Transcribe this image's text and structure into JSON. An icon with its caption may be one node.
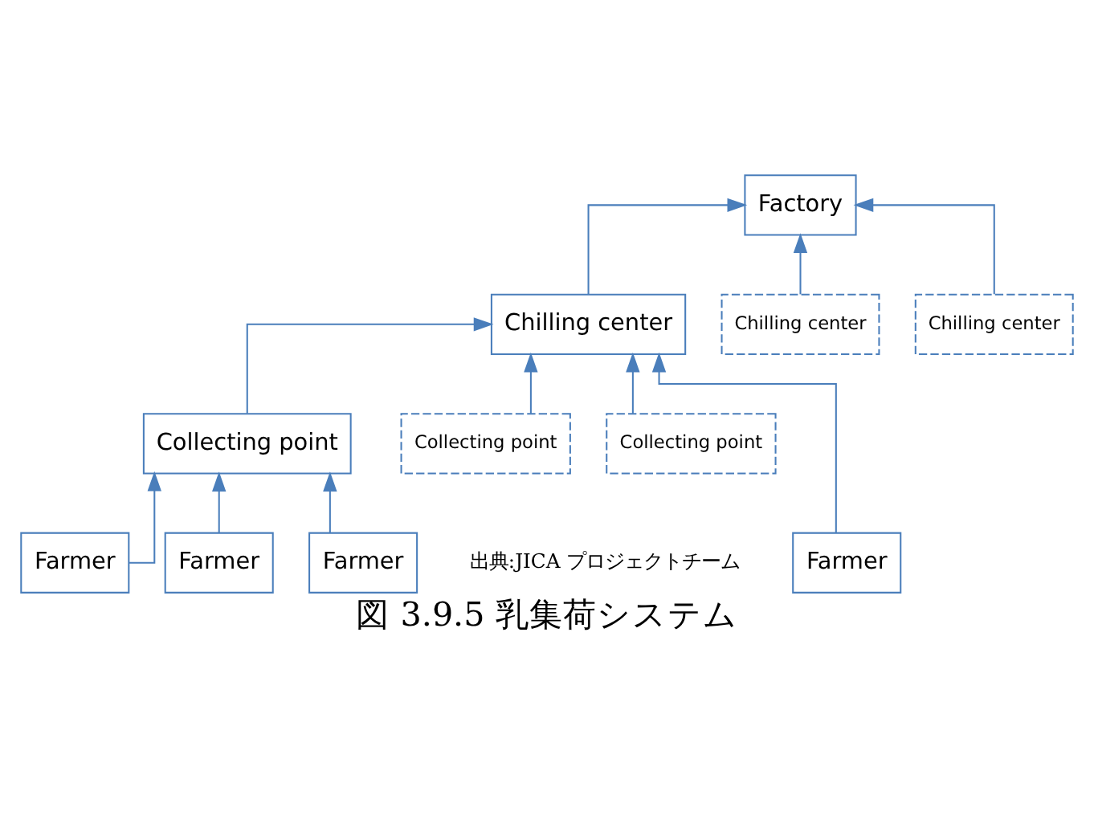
{
  "diagram": {
    "caption": "図 3.9.5 乳集荷システム",
    "nodes": [
      {
        "text": [
          "Factory"
        ]
      },
      {
        "text": [
          "Chilling center"
        ]
      },
      {
        "text": [
          "Chilling center"
        ]
      },
      {
        "text": [
          "Chilling center"
        ]
      },
      {
        "text": [
          "Collecting point"
        ]
      },
      {
        "text": [
          "Collecting point"
        ]
      },
      {
        "text": [
          "Collecting point"
        ]
      },
      {
        "text": [
          "Farmer"
        ]
      },
      {
        "text": [
          "Farmer"
        ]
      },
      {
        "text": [
          "Farmer"
        ]
      },
      {
        "text": [
          "Farmer"
        ]
      }
    ],
    "edges": [
      {
        "from": 1,
        "to": 0,
        "arrow": "to"
      },
      {
        "from": 2,
        "to": 0,
        "arrow": "to"
      },
      {
        "from": 3,
        "to": 0,
        "arrow": "to"
      },
      {
        "from": 4,
        "to": 1,
        "arrow": "to"
      },
      {
        "from": 5,
        "to": 1,
        "arrow": "to"
      },
      {
        "from": 6,
        "to": 1,
        "arrow": "to"
      },
      {
        "from": 7,
        "to": 1,
        "arrow": "to"
      },
      {
        "from": 8,
        "to": 4,
        "arrow": "to"
      },
      {
        "from": 9,
        "to": 4,
        "arrow": "to"
      },
      {
        "from": 10,
        "to": 4,
        "arrow": "to"
      }
    ],
    "labels": [
      "出典:JICA プロジェクトチーム"
    ]
  }
}
